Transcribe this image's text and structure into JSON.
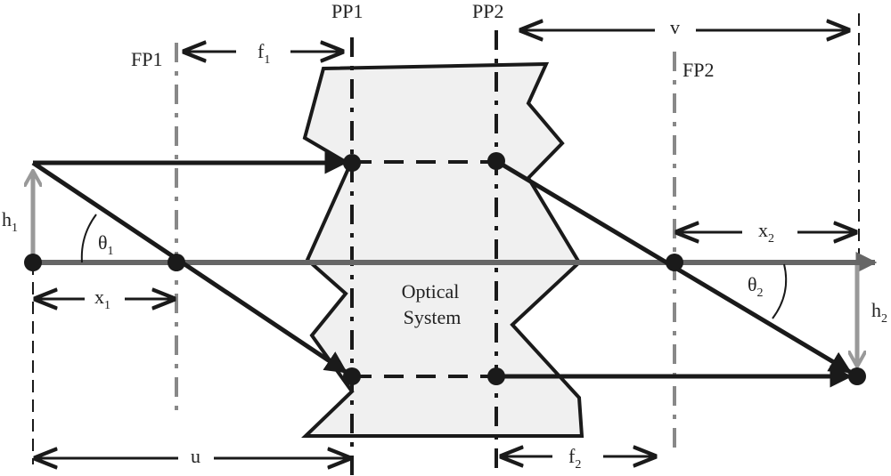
{
  "labels": {
    "pp1": "PP1",
    "pp2": "PP2",
    "fp1": "FP1",
    "fp2": "FP2",
    "f1": "f",
    "f1_sub": "1",
    "f2": "f",
    "f2_sub": "2",
    "v": "v",
    "u": "u",
    "x1": "x",
    "x1_sub": "1",
    "x2": "x",
    "x2_sub": "2",
    "h1": "h",
    "h1_sub": "1",
    "h2": "h",
    "h2_sub": "2",
    "theta1": "θ",
    "theta1_sub": "1",
    "theta2": "θ",
    "theta2_sub": "2",
    "system_line1": "Optical",
    "system_line2": "System"
  },
  "colors": {
    "system_fill": "#f0f0f0",
    "ray": "#1a1a1a",
    "axis": "#666666",
    "focal_plane": "#888888",
    "height_arrow": "#999999"
  }
}
